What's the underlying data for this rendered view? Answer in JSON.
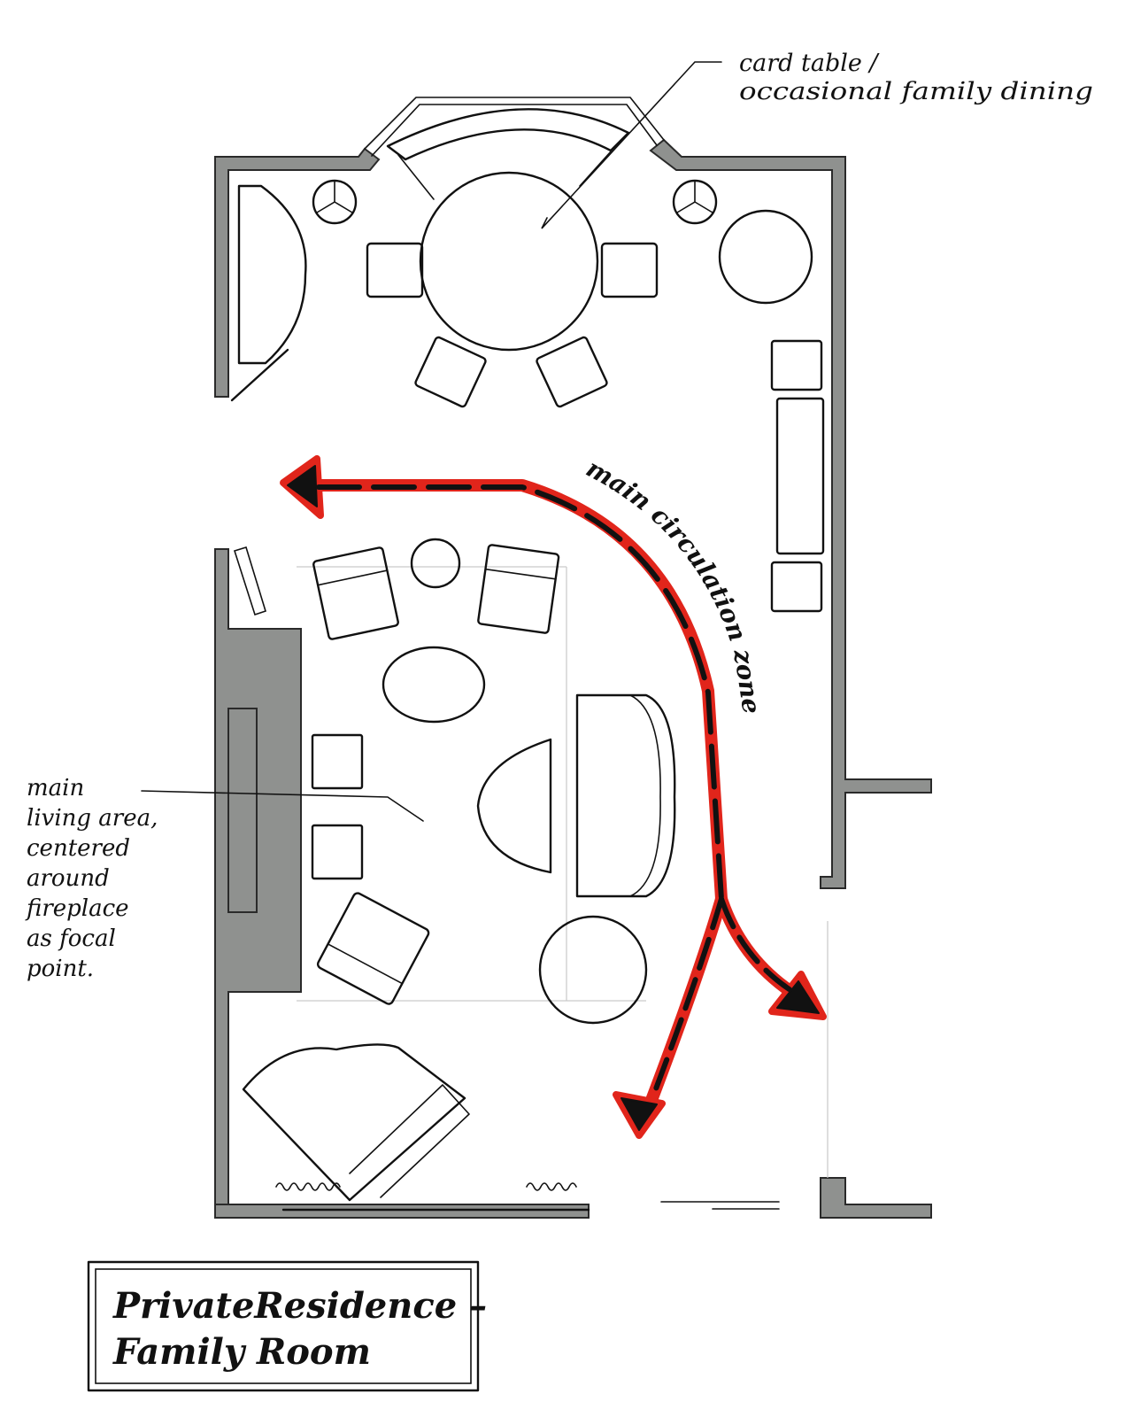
{
  "annotations": {
    "dining": [
      "card table /",
      "occasional family dining"
    ],
    "circulation": "main circulation zone",
    "living": [
      "main",
      "living area,",
      "centered",
      "around",
      "fireplace",
      "as focal",
      "point."
    ]
  },
  "title_block": {
    "line1": "PrivateResidence –",
    "line2": "Family Room"
  },
  "colors": {
    "wall": "#8f918f",
    "circulation_highlight": "#e1251b",
    "ink": "#111111"
  }
}
